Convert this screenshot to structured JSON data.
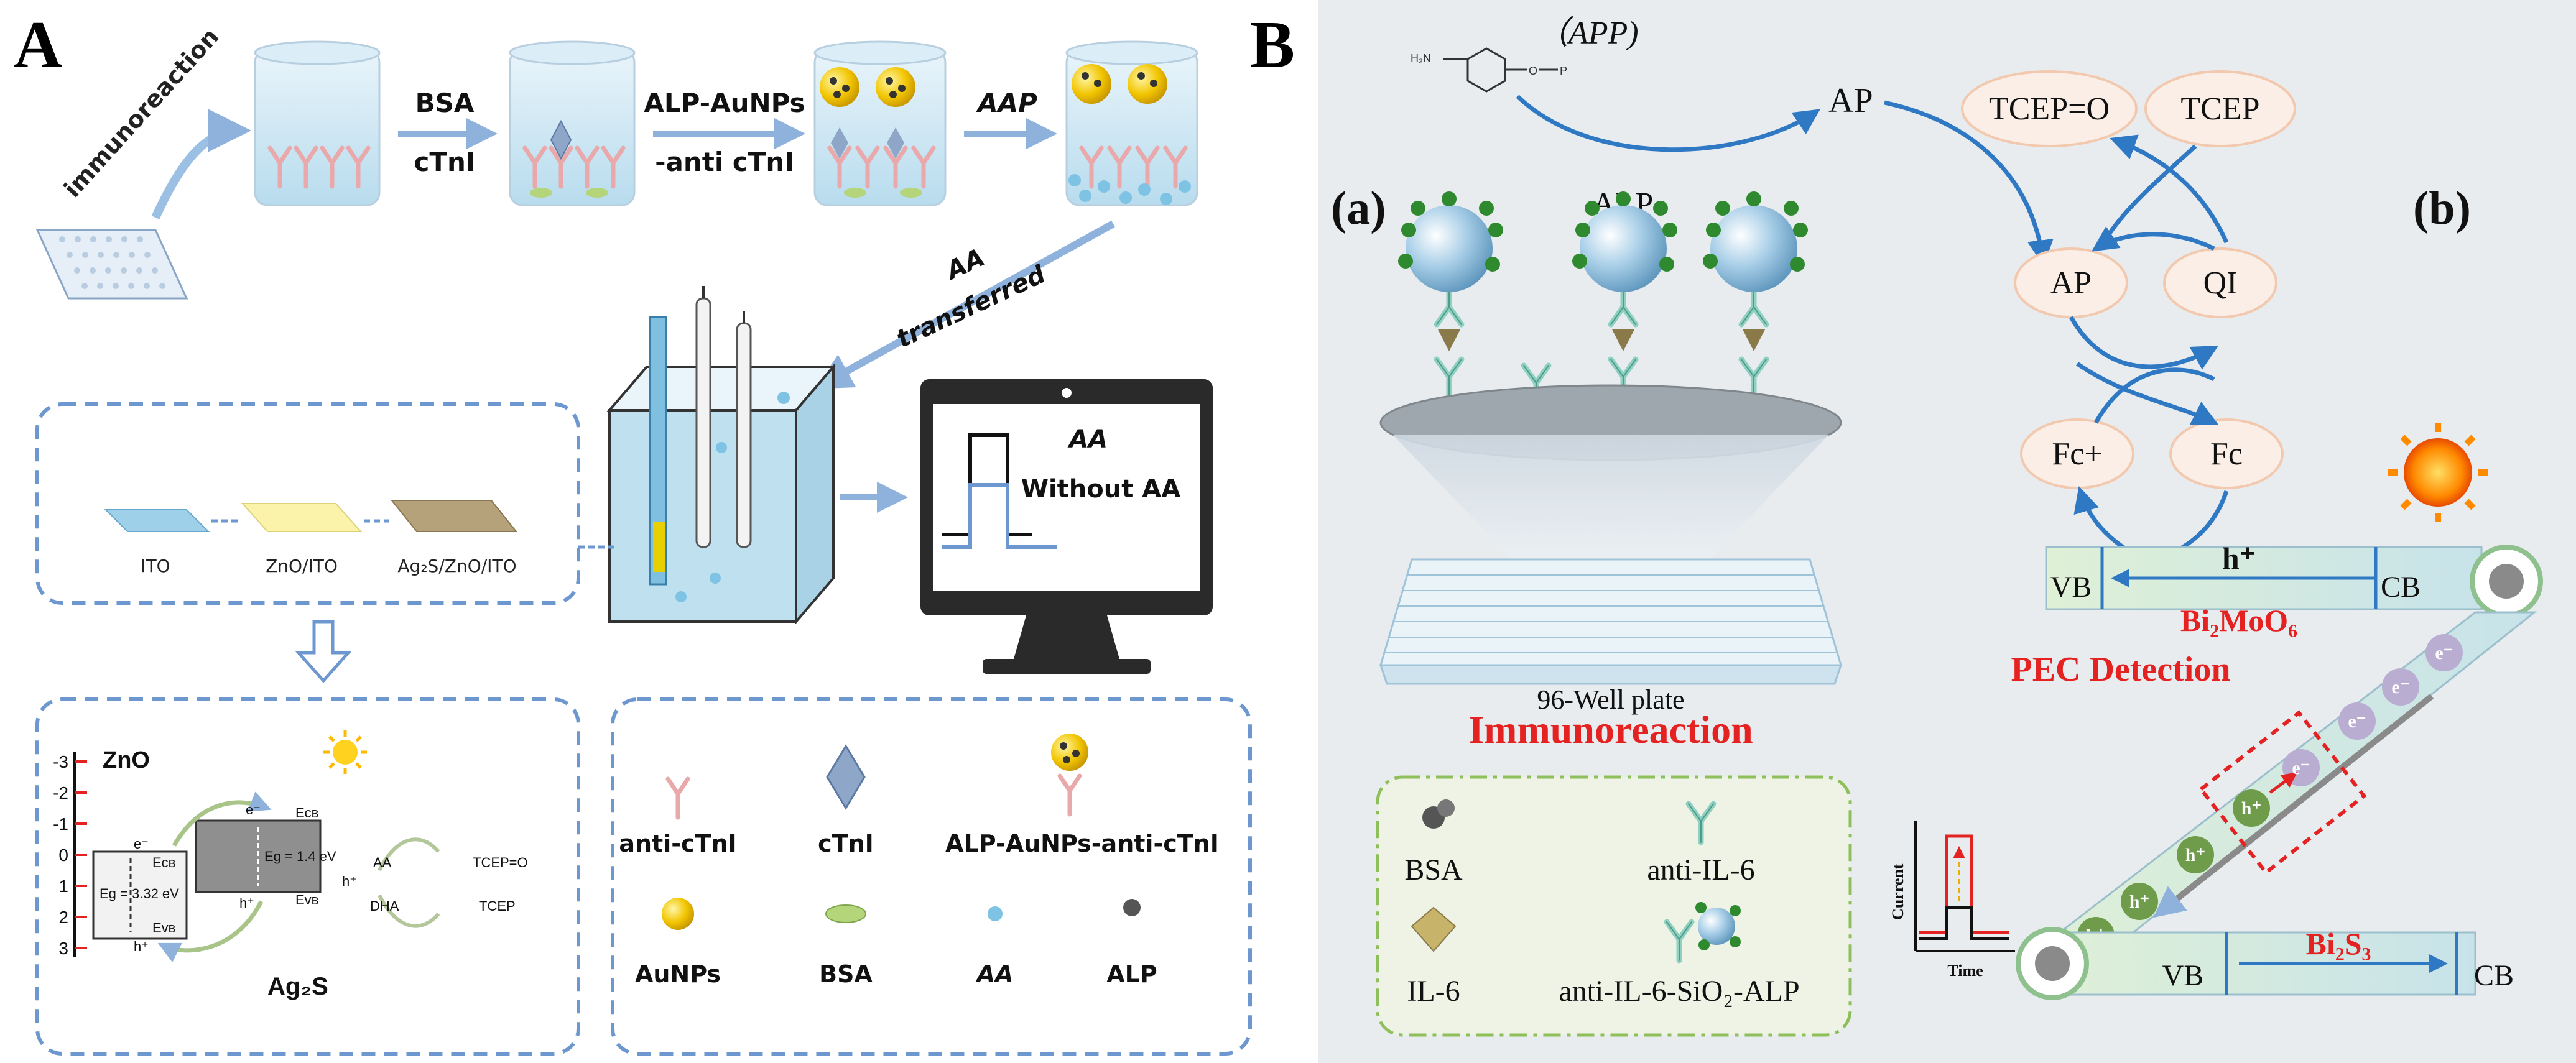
{
  "colors": {
    "panel_b_bg": "#e8ecef",
    "dash_blue": "#6c97cf",
    "arrow_blue": "#2f78c4",
    "pec_red": "#e52222",
    "antibody_pink": "#e9a8a9",
    "antibody_teal": "#8fd0c0",
    "gold": "#f2c500",
    "bsa_green": "#b5d57a",
    "sphere_blue": "#9cc6e6"
  },
  "panel_a": {
    "label": "A",
    "immunoreaction": "immunoreaction",
    "step1_top": "BSA",
    "step1_bottom": "cTnI",
    "step2_top": "ALP-AuNPs",
    "step2_bottom": "-anti cTnI",
    "step3": "AAP",
    "transfer_top": "AA",
    "transfer_bottom": "transferred",
    "monitor_aa": "AA",
    "monitor_without": "Without AA",
    "electrodes": [
      "ITO",
      "ZnO/ITO",
      "Ag₂S/ZnO/ITO"
    ],
    "band": {
      "zno": "ZnO",
      "ag2s": "Ag₂S",
      "ticks": [
        "-3",
        "-2",
        "-1",
        "0",
        "1",
        "2",
        "3"
      ],
      "eg_zno": "Eg = 3.32 eV",
      "eg_ag2s": "Eg = 1.4 eV",
      "ecb": "Eᴄʙ",
      "evb": "Eᴠʙ",
      "electron": "e⁻",
      "hole": "h⁺",
      "aa": "AA",
      "dha": "DHA",
      "tcep_o": "TCEP=O",
      "tcep": "TCEP"
    },
    "legend": {
      "anti_ctni": "anti-cTnI",
      "ctni": "cTnI",
      "alp_conj": "ALP-AuNPs-anti-cTnI",
      "aunps": "AuNPs",
      "bsa": "BSA",
      "aa": "AA",
      "alp": "ALP"
    }
  },
  "panel_b": {
    "label": "B",
    "app": "（APP)",
    "ap_top": "AP",
    "sub_a": "(a)",
    "sub_b": "(b)",
    "alp": "ALP",
    "tcep_o": "TCEP=O",
    "tcep": "TCEP",
    "ap": "AP",
    "qi": "QI",
    "fc_plus": "Fc+",
    "fc": "Fc",
    "plate_label": "96-Well plate",
    "immunoreaction": "Immunoreaction",
    "vb": "VB",
    "cb": "CB",
    "h_plus": "h⁺",
    "bi2moo6": "Bi₂MoO₆",
    "pec": "PEC Detection",
    "bi2s3": "Bi₂S₃",
    "electron": "e⁻",
    "hole": "h⁺",
    "current": "Current",
    "time": "Time",
    "legend": {
      "bsa": "BSA",
      "anti_il6": "anti-IL-6",
      "il6": "IL-6",
      "conj": "anti-IL-6-SiO₂-ALP"
    }
  }
}
